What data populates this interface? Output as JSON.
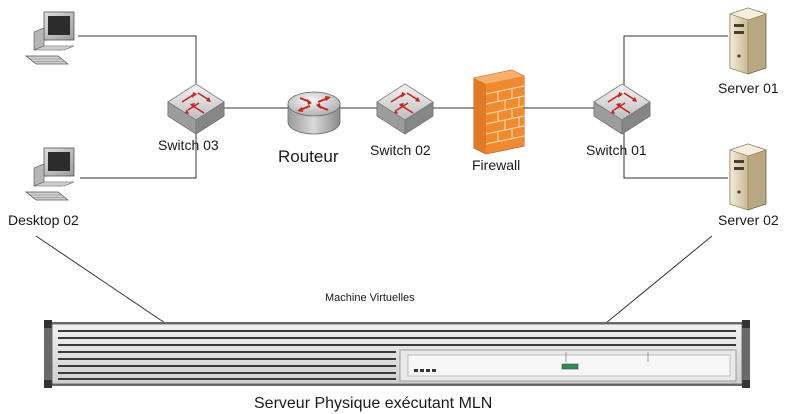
{
  "diagram": {
    "labels": {
      "switch03": "Switch 03",
      "routeur": "Routeur",
      "switch02": "Switch 02",
      "firewall": "Firewall",
      "switch01": "Switch 01",
      "server01": "Server 01",
      "server02": "Server 02",
      "desktop02": "Desktop 02",
      "machine_virtuelles": "Machine Virtuelles",
      "serveur_physique": "Serveur Physique exécutant MLN"
    },
    "icons": {
      "desktop_top": "desktop-computer-icon",
      "desktop_bottom": "desktop-computer-icon",
      "switch": "network-switch-icon",
      "router": "router-icon",
      "firewall": "brick-firewall-icon",
      "server": "tower-server-icon",
      "rack_server": "rack-server-icon"
    },
    "colors": {
      "line": "#333333",
      "switch_body": "#c9c9c9",
      "switch_arrows": "#cc2020",
      "firewall_brick": "#f08a2c",
      "server_beige": "#e8dcc0",
      "rack_green": "#2e8b57"
    }
  }
}
